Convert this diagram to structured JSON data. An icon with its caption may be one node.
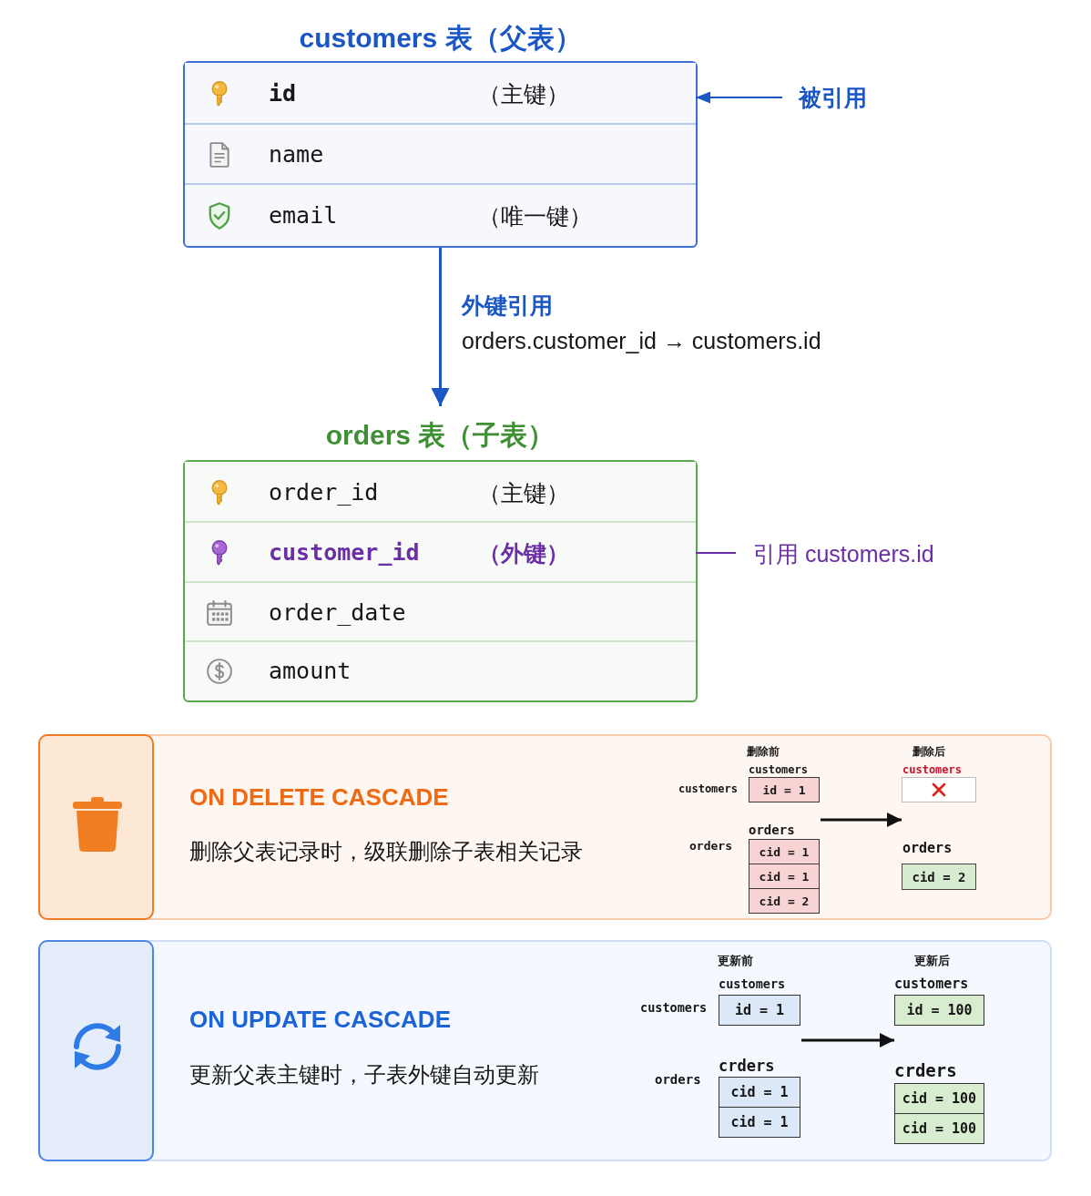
{
  "diagram": {
    "nodes": [
      {
        "text": [
          "customers 表（父表）"
        ]
      },
      {
        "text": [
          "id",
          "（主键）"
        ],
        "in": 0
      },
      {
        "text": [
          "name"
        ],
        "in": 0
      },
      {
        "text": [
          "email",
          "（唯一键）"
        ],
        "in": 0
      },
      {
        "text": [
          "被引用"
        ]
      },
      {
        "text": [
          "orders 表（子表）"
        ]
      },
      {
        "text": [
          "order_id",
          "（主键）"
        ],
        "in": 5
      },
      {
        "text": [
          "customer_id",
          "（外键）"
        ],
        "in": 5
      },
      {
        "text": [
          "order_date"
        ],
        "in": 5
      },
      {
        "text": [
          "amount"
        ],
        "in": 5
      },
      {
        "text": [
          "引用 customers.id"
        ]
      },
      {
        "text": [
          "ON DELETE CASCADE",
          "删除父表记录时，级联删除子表相关记录"
        ]
      },
      {
        "text": [
          "删除前"
        ],
        "in": 11
      },
      {
        "text": [
          "customers"
        ],
        "beside": [
          "customers"
        ],
        "in": 12
      },
      {
        "text": [
          "id = 1"
        ],
        "in": 13
      },
      {
        "text": [
          "orders"
        ],
        "beside": [
          "orders"
        ],
        "in": 12
      },
      {
        "text": [
          "cid = 1"
        ],
        "in": 15
      },
      {
        "text": [
          "cid = 1"
        ],
        "in": 15
      },
      {
        "text": [
          "cid = 2"
        ],
        "in": 15
      },
      {
        "text": [
          "删除后"
        ],
        "in": 11
      },
      {
        "text": [
          "customers"
        ],
        "in": 19
      },
      {
        "text": [],
        "shape": "box",
        "in": 20
      },
      {
        "text": [
          "orders"
        ],
        "in": 19
      },
      {
        "text": [
          "cid = 2"
        ],
        "in": 22
      },
      {
        "text": [
          "ON UPDATE CASCADE",
          "更新父表主键时，子表外键自动更新"
        ]
      },
      {
        "text": [
          "更新前"
        ],
        "in": 24
      },
      {
        "text": [
          "customers"
        ],
        "beside": [
          "customers"
        ],
        "in": 25
      },
      {
        "text": [
          "id = 1"
        ],
        "in": 26
      },
      {
        "text": [
          "crders"
        ],
        "beside": [
          "orders"
        ],
        "in": 25
      },
      {
        "text": [
          "cid = 1"
        ],
        "in": 28
      },
      {
        "text": [
          "cid = 1"
        ],
        "in": 28
      },
      {
        "text": [
          "更新后"
        ],
        "in": 24
      },
      {
        "text": [
          "customers"
        ],
        "in": 31
      },
      {
        "text": [
          "id = 100"
        ],
        "in": 32
      },
      {
        "text": [
          "crders"
        ],
        "in": 31
      },
      {
        "text": [
          "cid = 100"
        ],
        "in": 34
      },
      {
        "text": [
          "cid = 100"
        ],
        "in": 34
      }
    ],
    "edges": [
      {
        "from": 4,
        "to": 1,
        "arrow": "to",
        "color": "#1a56c4"
      },
      {
        "from": 0,
        "to": 5,
        "arrow": "to",
        "label": "**外键引用** orders.customer_id → customers.id",
        "color": "#1a56c4"
      },
      {
        "from": 7,
        "to": 10,
        "arrow": "none",
        "color": "#6a2ea6"
      },
      {
        "from": 12,
        "to": 19,
        "arrow": "to",
        "color": "#111111"
      },
      {
        "from": 25,
        "to": 31,
        "arrow": "to",
        "color": "#111111"
      }
    ]
  }
}
